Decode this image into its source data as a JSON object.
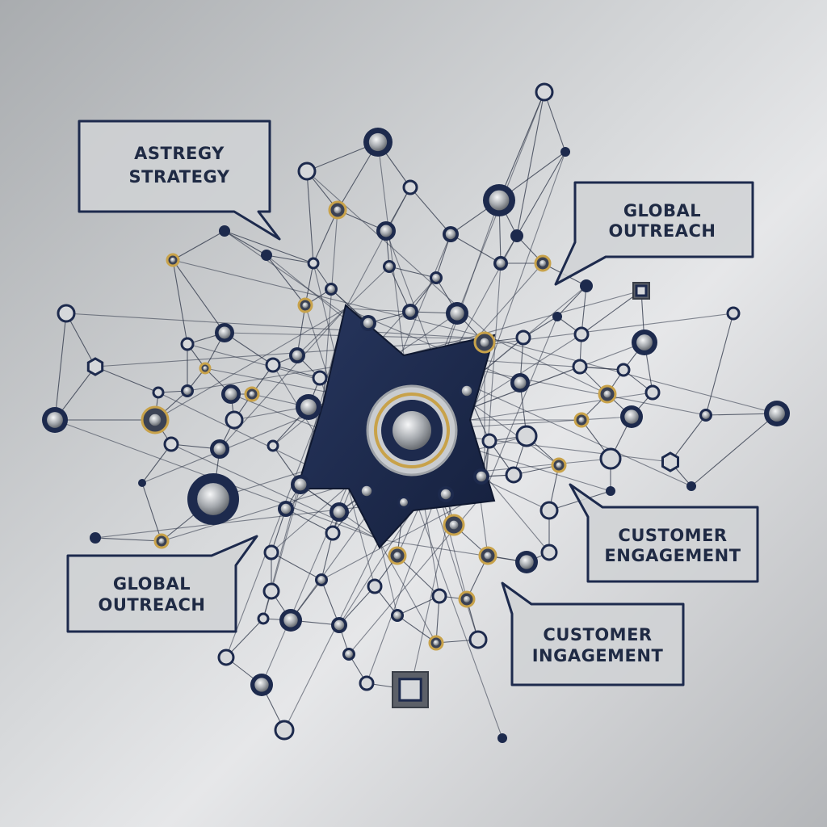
{
  "colors": {
    "navy": "#1d2a4d",
    "gold": "#c8a24a",
    "steel": "#8d9196",
    "line": "#2b3346",
    "background": "#cfd1d4"
  },
  "callouts": [
    {
      "id": "top-left",
      "lines": [
        "ASTREGY",
        "STRATEGY"
      ]
    },
    {
      "id": "top-right",
      "lines": [
        "GLOBAL",
        "OUTREACH"
      ]
    },
    {
      "id": "bottom-left",
      "lines": [
        "GLOBAL",
        "OUTREACH"
      ]
    },
    {
      "id": "right",
      "lines": [
        "CUSTOMER",
        "ENGAGEMENT"
      ]
    },
    {
      "id": "bottom-right",
      "lines": [
        "CUSTOMER",
        "INGAGEMENT"
      ]
    }
  ],
  "icons": {
    "hub": "central-hub-icon",
    "star": "star-icon",
    "node": "network-node-icon",
    "hexagon": "hexagon-node-icon",
    "square": "square-node-icon"
  }
}
